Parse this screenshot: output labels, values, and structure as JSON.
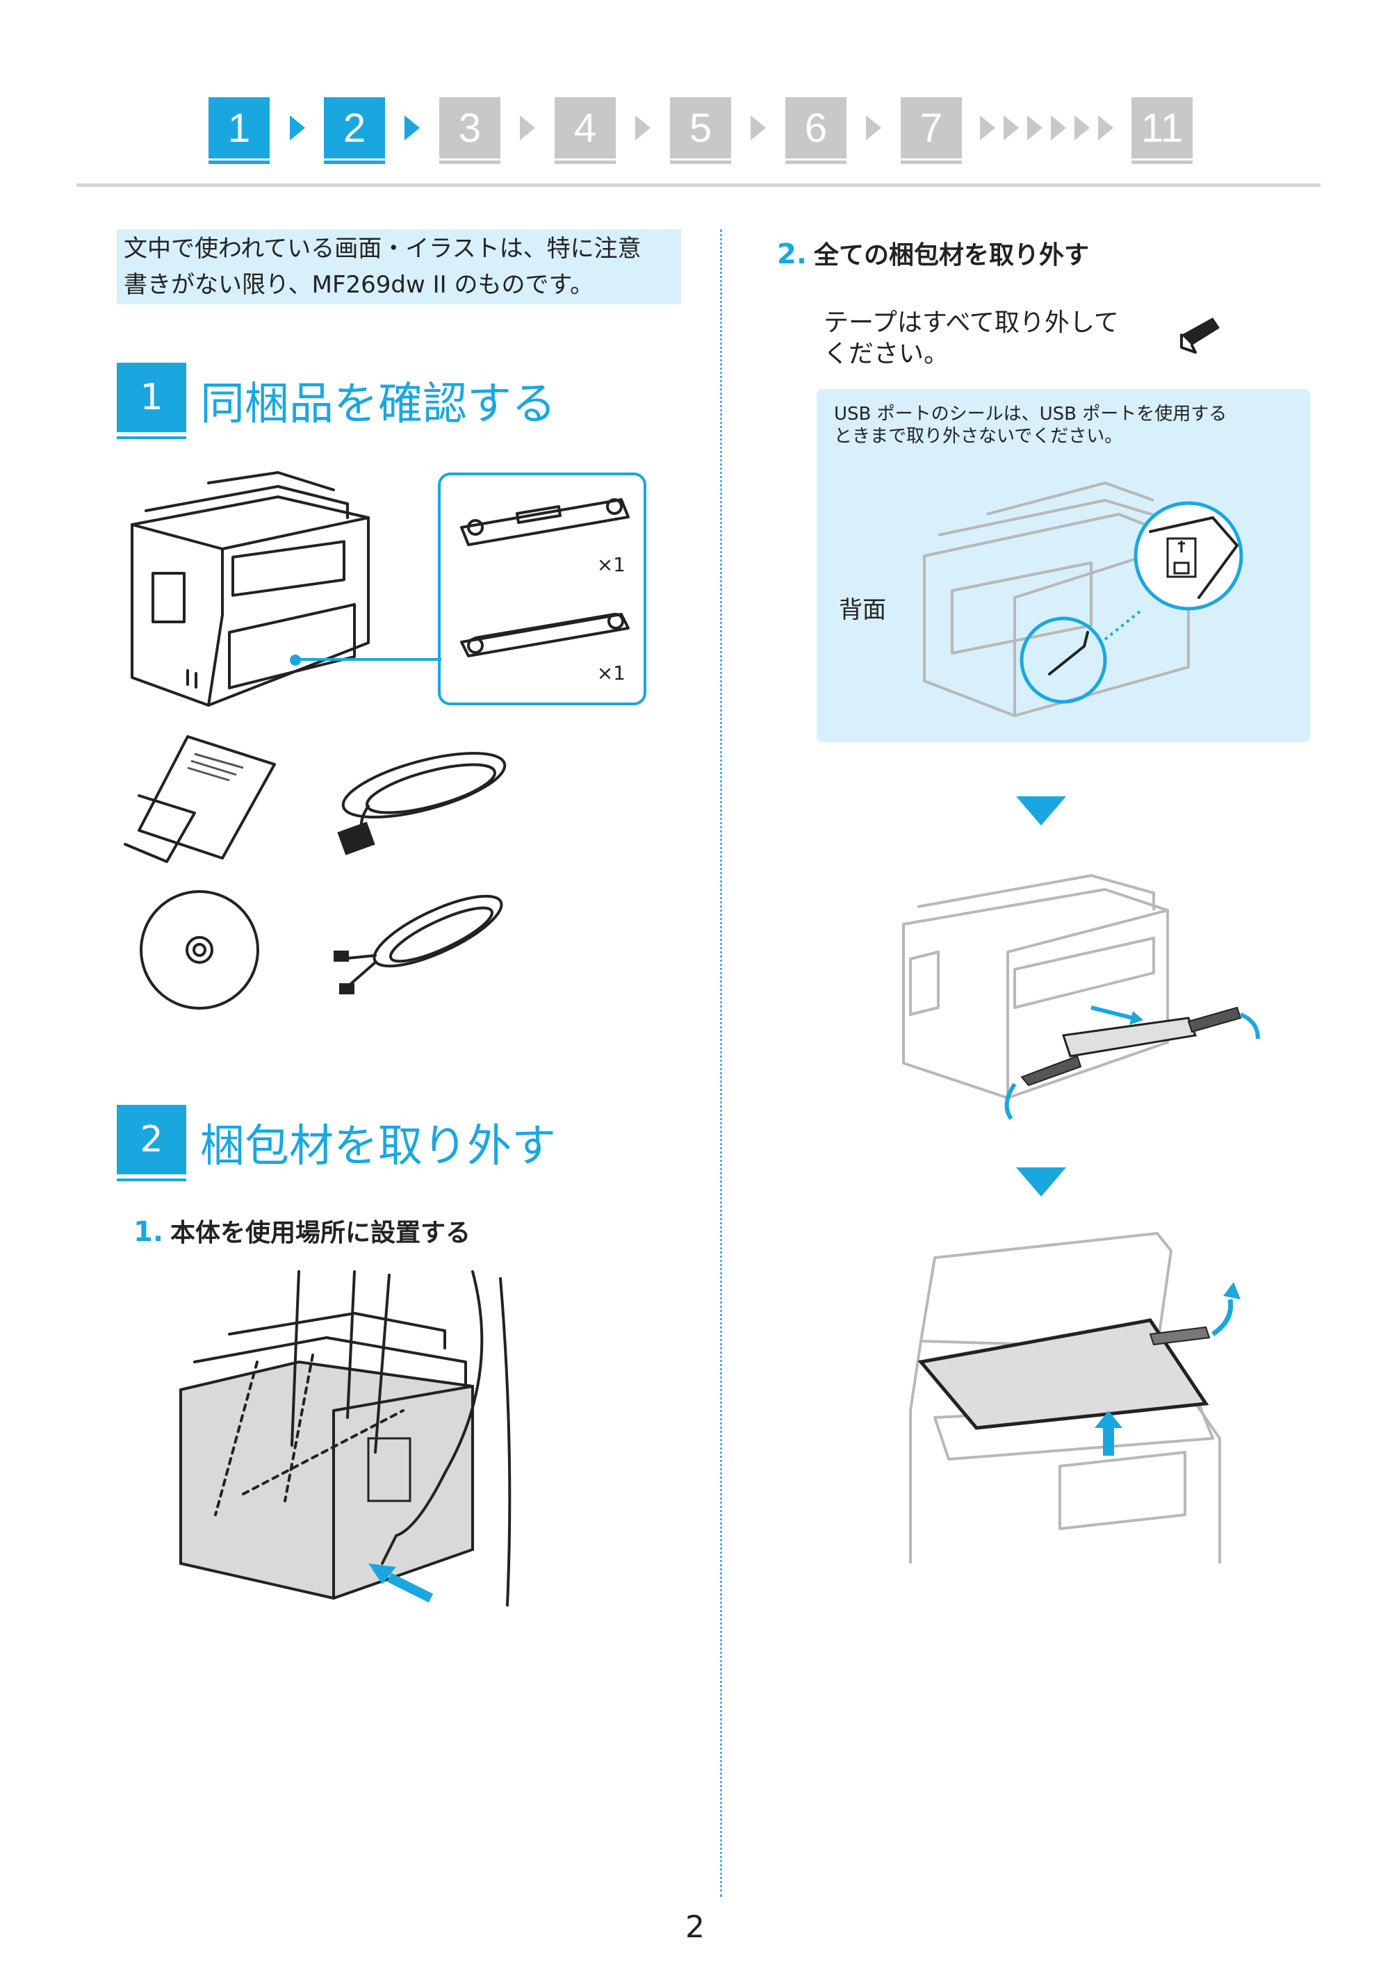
{
  "steps": [
    {
      "label": "1",
      "state": "active"
    },
    {
      "label": "2",
      "state": "active"
    },
    {
      "label": "3",
      "state": "inactive"
    },
    {
      "label": "4",
      "state": "inactive"
    },
    {
      "label": "5",
      "state": "inactive"
    },
    {
      "label": "6",
      "state": "inactive"
    },
    {
      "label": "7",
      "state": "inactive"
    },
    {
      "label": "11",
      "state": "inactive"
    }
  ],
  "colors": {
    "accent": "#1aa7e0",
    "inactive": "#c8c8c8",
    "note_bg": "#d7f0fb"
  },
  "note": {
    "line1": "文中で使われている画面・イラストは、特に注意",
    "line2": "書きがない限り、MF269dw II のものです。"
  },
  "section1": {
    "num": "1",
    "title": "同梱品を確認する"
  },
  "contents": {
    "qty1": "×1",
    "qty2": "×1"
  },
  "section2": {
    "num": "2",
    "title": "梱包材を取り外す",
    "step1": {
      "num": "1.",
      "text": "本体を使用場所に設置する"
    },
    "step2": {
      "num": "2.",
      "text": "全ての梱包材を取り外す"
    }
  },
  "tape": {
    "line1": "テープはすべて取り外して",
    "line2": "ください。"
  },
  "usb": {
    "line1": "USB ポートのシールは、USB ポートを使用する",
    "line2": "ときまで取り外さないでください。",
    "rear_label": "背面"
  },
  "icons": [
    "tape-icon",
    "usb-icon"
  ],
  "page_number": "2"
}
